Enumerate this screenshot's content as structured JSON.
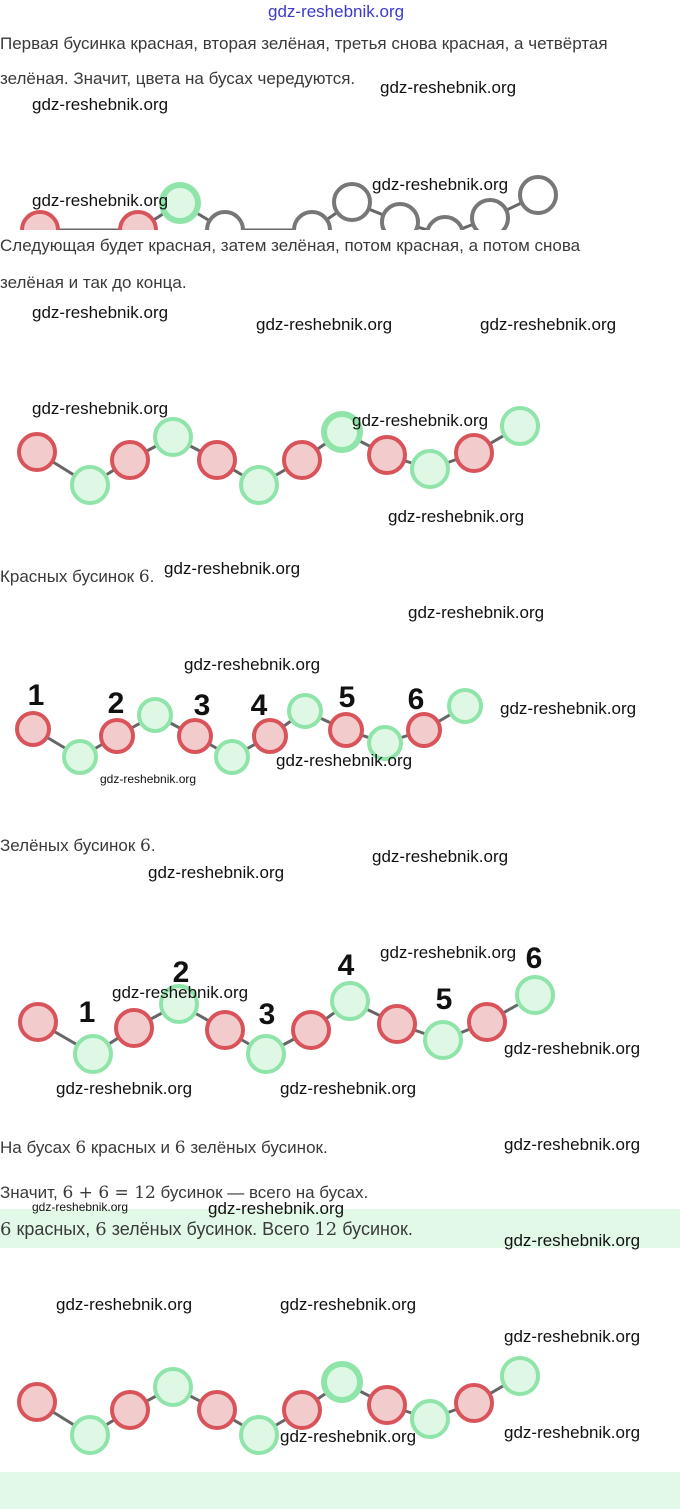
{
  "header_watermark": "gdz-reshebnik.org",
  "watermark": "gdz-reshebnik.org",
  "text": {
    "p1_line1": "Первая бусинка красная, вторая зелёная, третья снова красная, а четвёртая",
    "p1_line2": "зелёная. Значит, цвета на бусах чередуются.",
    "p2_line1": "Следующая будет красная, затем зелёная, потом красная, а потом снова",
    "p2_line2": "зелёная и так до конца.",
    "red_count_prefix": "Красных бусинок ",
    "red_count": "6",
    "green_count_prefix": "Зелёных бусинок ",
    "green_count": "6",
    "summary_a": "На бусах ",
    "summary_b": "6",
    "summary_c": " красных и ",
    "summary_d": "6",
    "summary_e": " зелёных бусинок.",
    "calc_a": "Значит, ",
    "calc_expr": "6 + 6 = 12",
    "calc_b": " бусинок — всего на бусах.",
    "answer_a": "6",
    "answer_b": " красных, ",
    "answer_c": "6",
    "answer_d": " зелёных бусинок. Всего ",
    "answer_e": "12",
    "answer_f": " бусинок."
  },
  "colors": {
    "red_stroke": "#d9535b",
    "red_fill": "#f2cccc",
    "green_stroke": "#8fe4a9",
    "green_fill": "#def8e5",
    "gray_stroke": "#777777",
    "answer_band": "#e3f9e8"
  },
  "diagrams": {
    "start": [
      "R",
      "R",
      "G",
      "X",
      "X",
      "X",
      "X",
      "X",
      "X",
      "X"
    ],
    "full": [
      "R",
      "G",
      "R",
      "G",
      "R",
      "G",
      "R",
      "G",
      "R",
      "G",
      "R",
      "G"
    ],
    "red_labels": [
      "1",
      "2",
      "3",
      "4",
      "5",
      "6"
    ],
    "green_labels": [
      "1",
      "2",
      "3",
      "4",
      "5",
      "6"
    ],
    "final": [
      "R",
      "G",
      "R",
      "G",
      "R",
      "G",
      "R",
      "G",
      "R",
      "G",
      "R",
      "G"
    ]
  }
}
